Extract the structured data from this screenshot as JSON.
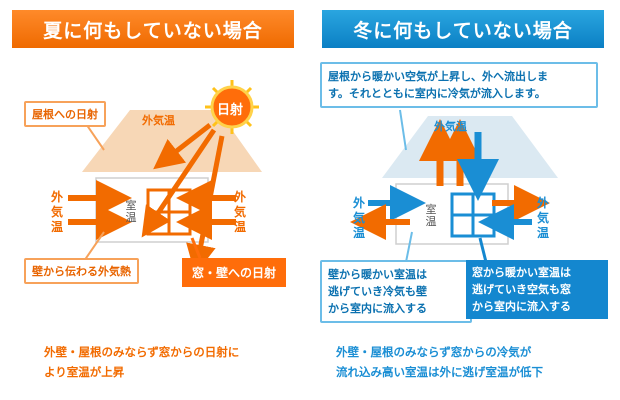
{
  "summer": {
    "title": "夏に何もしていない場合",
    "roof_sun_label": "屋根への日射",
    "outside_temp_top": "外気温",
    "sun_label": "日射",
    "outside_temp_left": "外気温",
    "outside_temp_right": "外気温",
    "room_temp": "室温",
    "wall_heat_label": "壁から伝わる外気熱",
    "window_wall_sun_label": "窓・壁への日射",
    "summary_line1": "外壁・屋根のみならず窓からの日射に",
    "summary_line2": "より室温が上昇",
    "colors": {
      "accent": "#f26b00",
      "roof": "#f5d3b0",
      "sun": "#ffcc00"
    }
  },
  "winter": {
    "title": "冬に何もしていない場合",
    "roof_callout_line1": "屋根から暖かい空気が上昇し、外へ流出しま",
    "roof_callout_line2": "す。それとともに室内に冷気が流入します。",
    "outside_temp_top": "外気温",
    "outside_temp_left": "外気温",
    "outside_temp_right": "外気温",
    "room_temp": "室温",
    "wall_callout_line1": "壁から暖かい室温は",
    "wall_callout_line2": "逃げていき冷気も壁",
    "wall_callout_line3": "から室内に流入する",
    "window_callout_line1": "窓から暖かい室温は",
    "window_callout_line2": "逃げていき空気も窓",
    "window_callout_line3": "から室内に流入する",
    "summary_line1": "外壁・屋根のみならず窓からの冷気が",
    "summary_line2": "流れ込み高い室温は外に逃げ室温が低下",
    "colors": {
      "warm": "#f26b00",
      "cold": "#1a8ed4",
      "roof": "#d8e8f2"
    }
  }
}
